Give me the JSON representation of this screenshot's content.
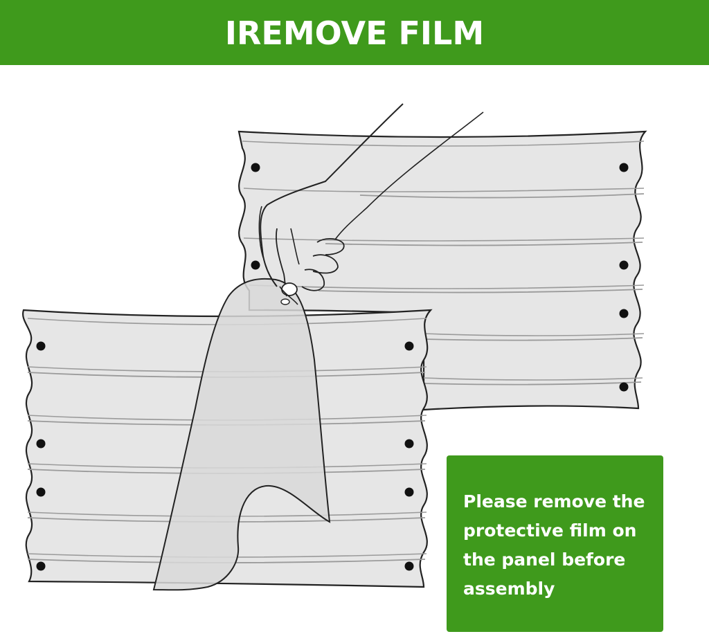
{
  "banner": {
    "title": "IREMOVE FILM",
    "background_color": "#3f9a1c",
    "text_color": "#ffffff"
  },
  "instruction": {
    "text": "Please remove the protective film on the panel before assembly",
    "background_color": "#3f9a1c",
    "text_color": "#ffffff"
  },
  "illustration": {
    "icons": [
      "metal-panel-back",
      "metal-panel-front",
      "hand-icon",
      "protective-film"
    ],
    "panel_fill": "#e6e6e6",
    "film_fill": "#d8d8d8",
    "outline_color": "#222222"
  }
}
